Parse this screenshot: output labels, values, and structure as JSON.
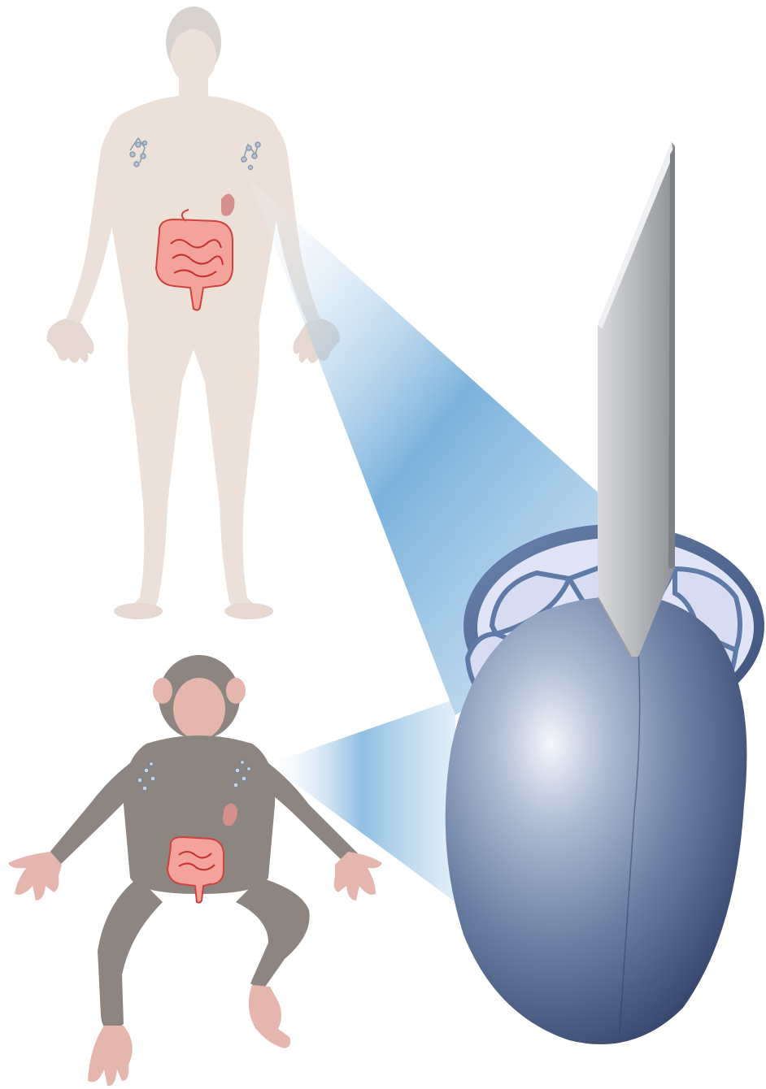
{
  "figure": {
    "subjects": [
      "human",
      "monkey"
    ],
    "organs_shown": [
      "intestines",
      "spleen",
      "axillary-lymph-nodes"
    ],
    "magnified_structure": "lymph-node",
    "tool": "scalpel-blade",
    "colors": {
      "background": "#ffffff",
      "human_skin": "#ece0d8",
      "monkey_fur": "#8d8680",
      "monkey_face": "#e4b6ae",
      "intestine": "#f3a39a",
      "intestine_outline": "#d0423c",
      "spleen": "#d58f8c",
      "lymph_node_light": "#f2f5fb",
      "lymph_node_dark": "#3a4a72",
      "lymph_node_ring": "#5f7aa6",
      "magnifier_beam": "#4f9ad0",
      "blade": "#c4c6ca"
    }
  }
}
